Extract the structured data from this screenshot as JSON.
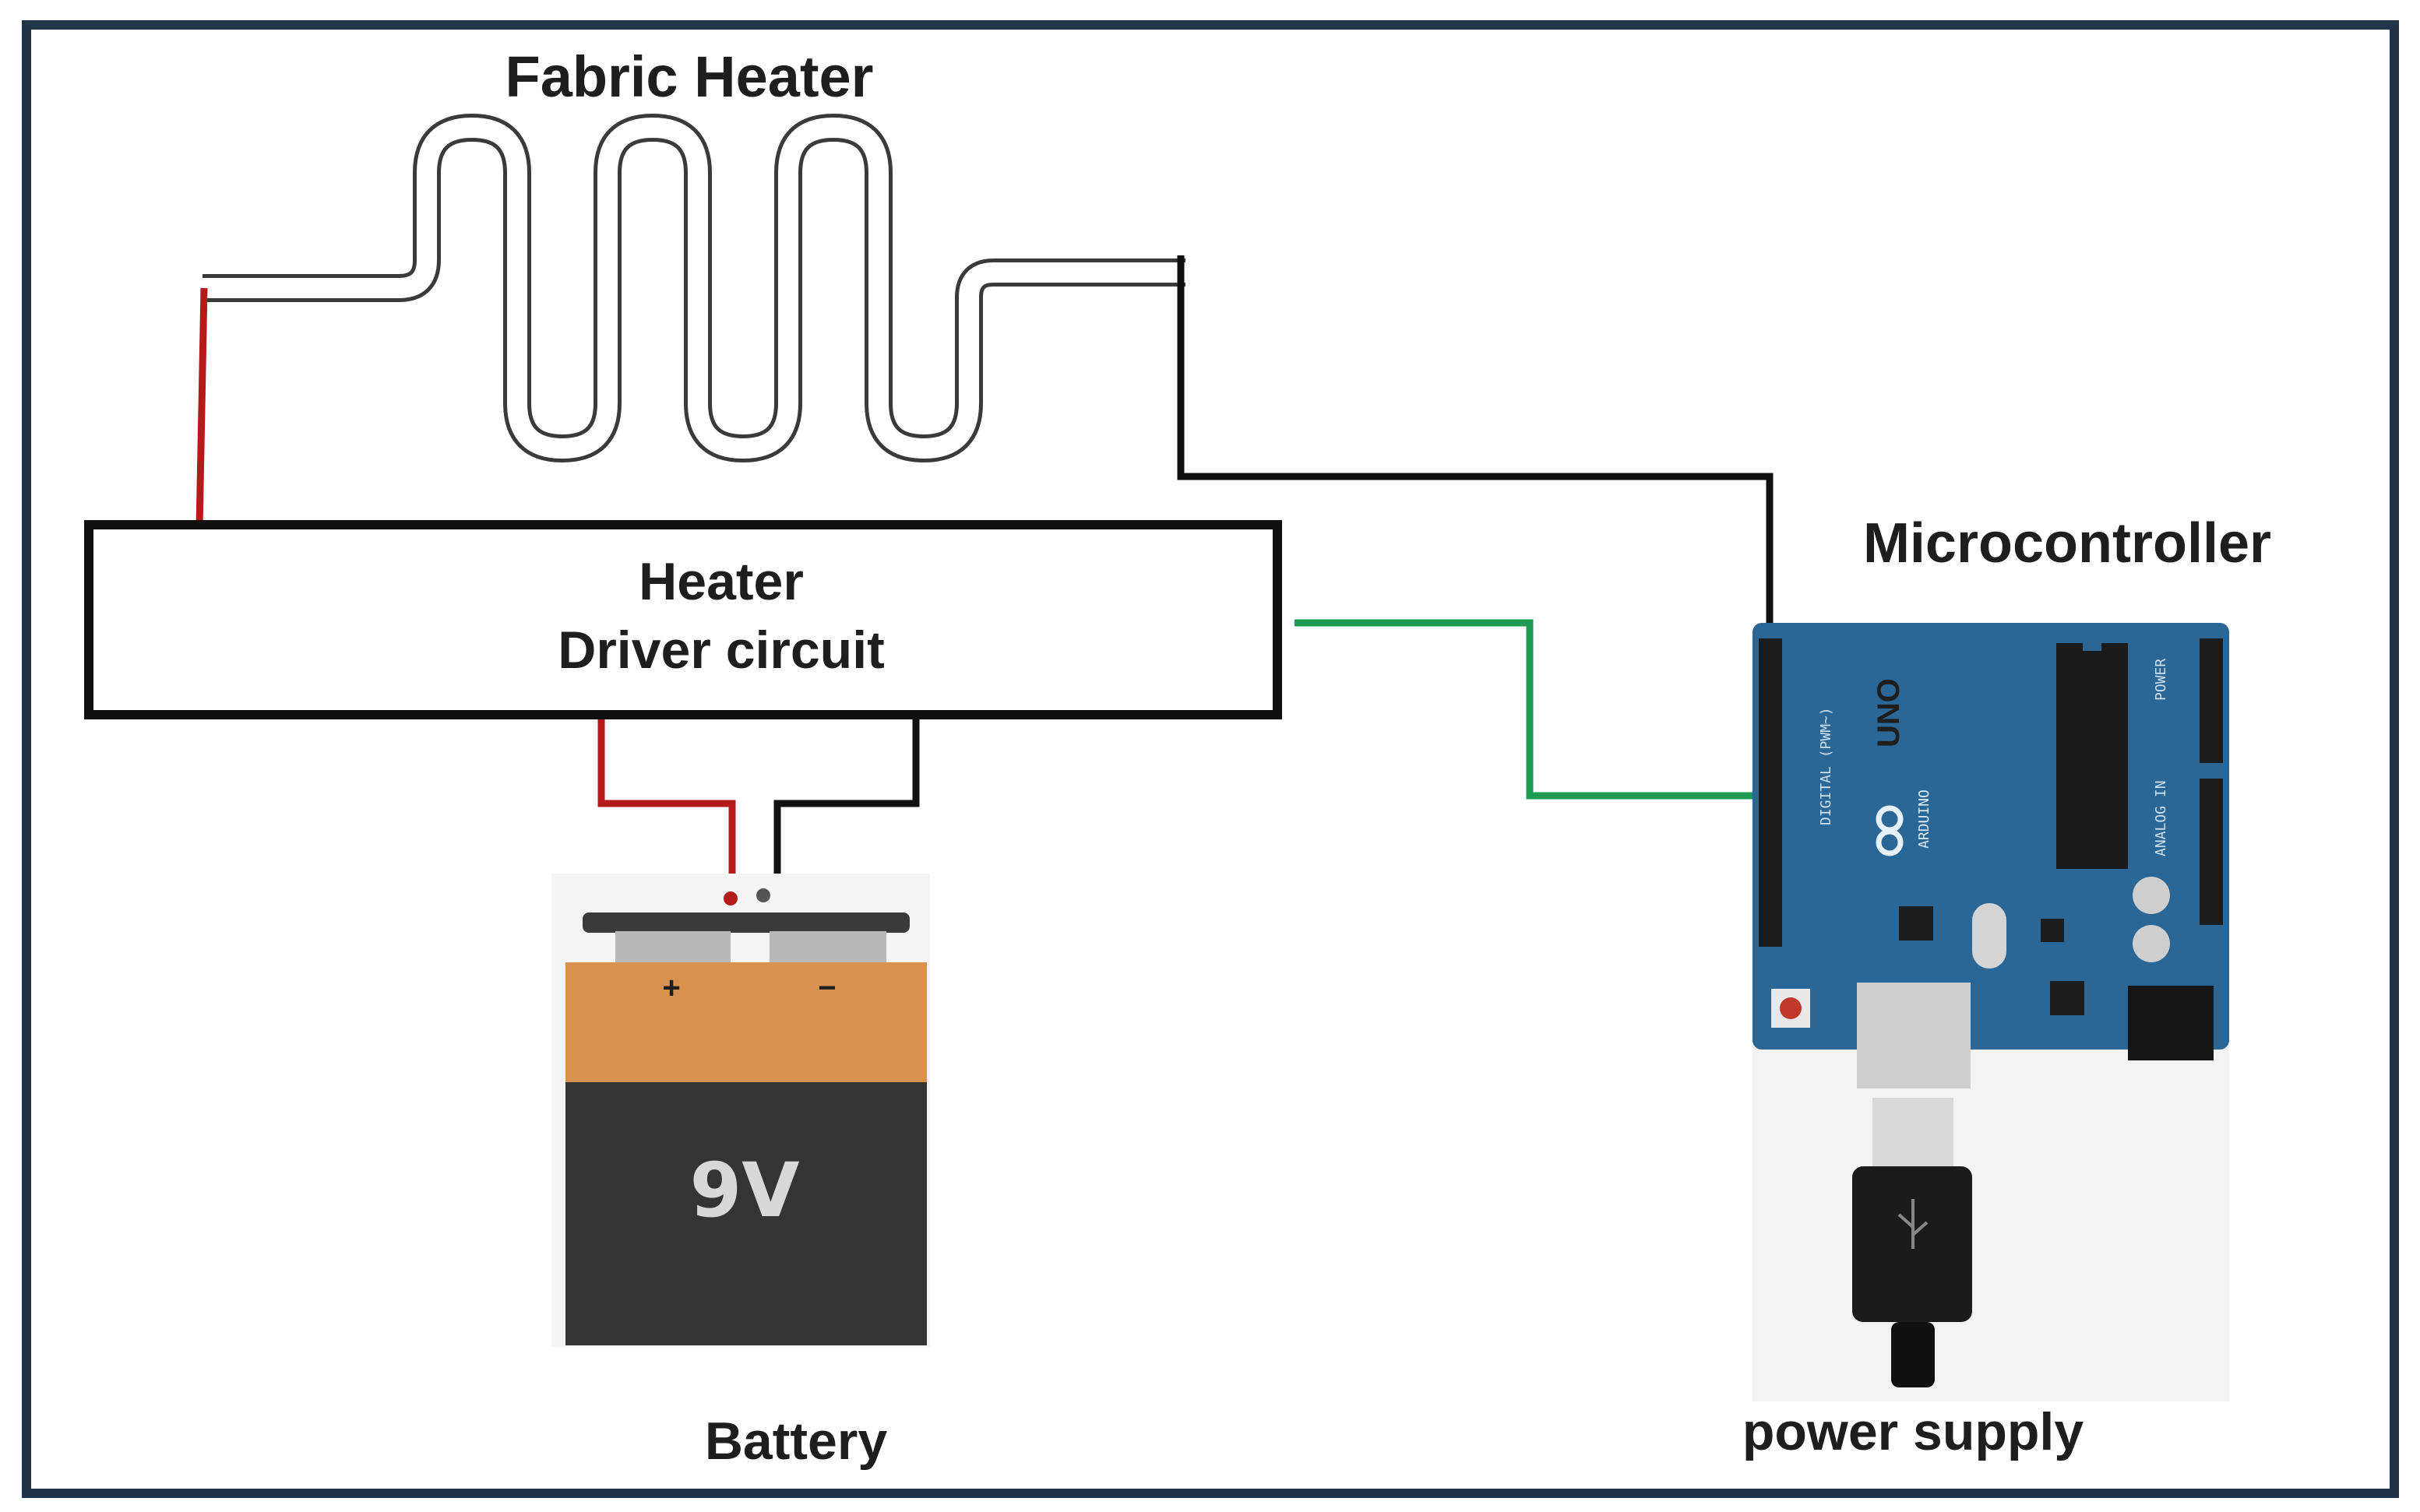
{
  "labels": {
    "heater": "Fabric Heater",
    "driver_line1": "Heater",
    "driver_line2": "Driver circuit",
    "microcontroller": "Microcontroller",
    "battery": "Battery",
    "power_supply": "power supply"
  },
  "battery": {
    "voltage": "9V",
    "plus": "+",
    "minus": "−"
  },
  "board": {
    "model": "UNO",
    "brand": "ARDUINO",
    "digital_label": "DIGITAL (PWM~)",
    "analog_label": "ANALOG IN",
    "power_label": "POWER"
  },
  "colors": {
    "frame": "#1f3349",
    "positive_wire": "#b51a1a",
    "negative_wire": "#111111",
    "signal_wire": "#1e9a52",
    "board": "#2a6796",
    "battery_top": "#d9914f",
    "battery_body": "#343434"
  },
  "icons": {
    "usb": "usb-icon",
    "arduino_logo": "arduino-infinity-logo-icon"
  }
}
